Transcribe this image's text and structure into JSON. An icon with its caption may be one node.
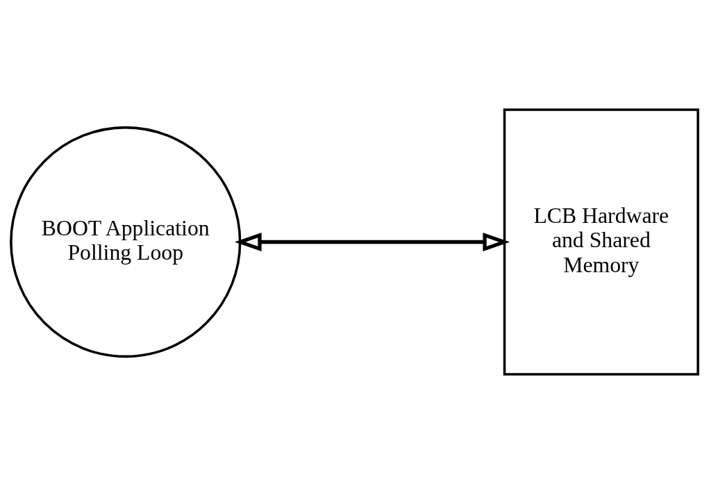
{
  "diagram": {
    "nodes": [
      {
        "text": [
          "BOOT Application Polling Loop"
        ]
      },
      {
        "text": [
          "LCB Hardware and Shared Memory"
        ]
      }
    ],
    "edges": [
      {
        "from": 0,
        "to": 1,
        "arrow": "both"
      }
    ]
  }
}
